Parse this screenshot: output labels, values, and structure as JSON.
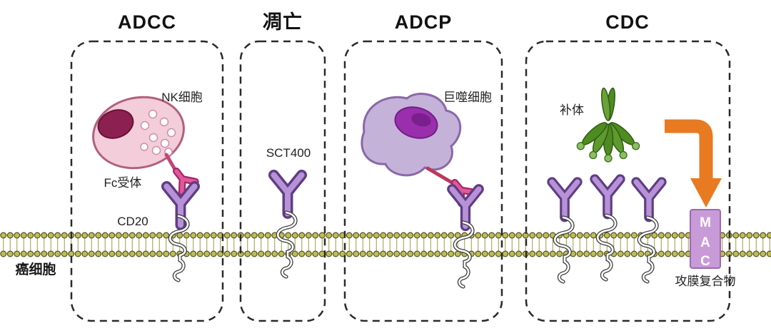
{
  "panels": [
    {
      "title": "ADCC"
    },
    {
      "title": "凋亡"
    },
    {
      "title": "ADCP"
    },
    {
      "title": "CDC"
    }
  ],
  "labels": {
    "nk_cell": "NK细胞",
    "fc_receptor": "Fc受体",
    "cd20": "CD20",
    "cancer_cell": "癌细胞",
    "antibody_name": "SCT400",
    "macrophage": "巨噬细胞",
    "complement": "补体",
    "mac": [
      "M",
      "A",
      "C"
    ],
    "mac_caption": "攻膜复合物"
  },
  "colors": {
    "antibody_purple": "#b892d6",
    "antibody_outline": "#5f3d85",
    "fc_pink": "#e05a9a",
    "fc_pink_outline": "#a8246a",
    "membrane_olive": "#bdbd55",
    "membrane_outline": "#4f4f22",
    "complement_green": "#4e8c22",
    "arrow_orange": "#e87a22",
    "mac_fill": "#c99ad8",
    "nk_cell_pink": "#f3cdd9",
    "nk_nucleus": "#8c2050",
    "macrophage_fill": "#c5b2d8",
    "macrophage_nucleus": "#9a2fae",
    "panel_dash": "#2a2a2a"
  }
}
